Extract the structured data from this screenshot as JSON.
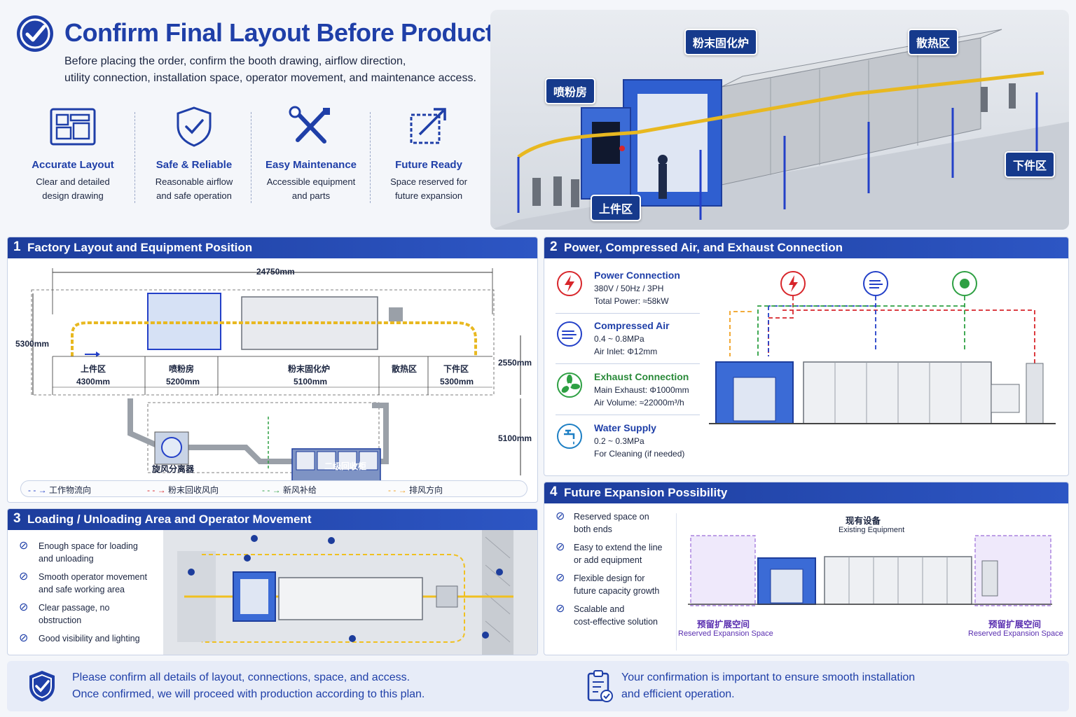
{
  "header": {
    "title": "Confirm Final Layout Before Production",
    "subtitle_line1": "Before placing the order, confirm the booth drawing, airflow direction,",
    "subtitle_line2": "utility connection, installation space, operator movement, and maintenance access."
  },
  "features": [
    {
      "icon": "blueprint-icon",
      "title": "Accurate Layout",
      "line1": "Clear and detailed",
      "line2": "design drawing"
    },
    {
      "icon": "shield-check-icon",
      "title": "Safe & Reliable",
      "line1": "Reasonable airflow",
      "line2": "and safe operation"
    },
    {
      "icon": "wrench-screwdriver-icon",
      "title": "Easy Maintenance",
      "line1": "Accessible equipment",
      "line2": "and parts"
    },
    {
      "icon": "expand-arrow-icon",
      "title": "Future Ready",
      "line1": "Space reserved for",
      "line2": "future expansion"
    }
  ],
  "hero_tags": {
    "oven": "粉末固化炉",
    "cooling": "散热区",
    "booth": "喷粉房",
    "unloading": "下件区",
    "loading": "上件区"
  },
  "section1": {
    "number": "1",
    "title": "Factory Layout and Equipment Position",
    "total_length": "24750mm",
    "total_width": "5300mm",
    "right_dim_top": "2550mm",
    "right_dim_bottom": "5100mm",
    "zones": [
      {
        "name": "上件区",
        "size": "4300mm"
      },
      {
        "name": "喷粉房",
        "size": "5200mm"
      },
      {
        "name": "粉末固化炉",
        "size": "5100mm"
      },
      {
        "name": "散热区",
        "size": ""
      },
      {
        "name": "下件区",
        "size": "5300mm"
      }
    ],
    "cyclone": "旋风分离器",
    "recovery": "二级回收柜",
    "legend": [
      {
        "label": "工作物流向",
        "color": "#2340c8"
      },
      {
        "label": "粉末回收风向",
        "color": "#d8262b"
      },
      {
        "label": "新风补给",
        "color": "#2ea043"
      },
      {
        "label": "排风方向",
        "color": "#f0a020"
      }
    ]
  },
  "section2": {
    "number": "2",
    "title": "Power, Compressed Air, and Exhaust Connection",
    "items": [
      {
        "icon": "lightning-icon",
        "title": "Power Connection",
        "line1": "380V / 50Hz / 3PH",
        "line2": "Total Power: ≈58kW",
        "color": "#d8262b"
      },
      {
        "icon": "air-flow-icon",
        "title": "Compressed Air",
        "line1": "0.4 ~ 0.8MPa",
        "line2": "Air Inlet: Φ12mm",
        "color": "#2340c8"
      },
      {
        "icon": "fan-icon",
        "title": "Exhaust Connection",
        "line1": "Main Exhaust: Φ1000mm",
        "line2": "Air Volume: ≈22000m³/h",
        "color": "#2ea043"
      },
      {
        "icon": "faucet-icon",
        "title": "Water Supply",
        "line1": "0.2 ~ 0.3MPa",
        "line2": "For Cleaning (if needed)",
        "color": "#1d7fc4"
      }
    ]
  },
  "section3": {
    "number": "3",
    "title": "Loading / Unloading Area and Operator Movement",
    "checks": [
      {
        "line1": "Enough space for loading",
        "line2": "and unloading"
      },
      {
        "line1": "Smooth operator movement",
        "line2": "and safe working area"
      },
      {
        "line1": "Clear passage, no",
        "line2": "obstruction"
      },
      {
        "line1": "Good visibility and lighting",
        "line2": ""
      }
    ]
  },
  "section4": {
    "number": "4",
    "title": "Future Expansion Possibility",
    "checks": [
      {
        "line1": "Reserved space on",
        "line2": "both ends"
      },
      {
        "line1": "Easy to extend the line",
        "line2": "or add equipment"
      },
      {
        "line1": "Flexible design for",
        "line2": "future capacity growth"
      },
      {
        "line1": "Scalable and",
        "line2": "cost-effective solution"
      }
    ],
    "existing_cn": "现有设备",
    "existing_en": "Existing Equipment",
    "reserved_cn": "预留扩展空间",
    "reserved_en": "Reserved Expansion Space"
  },
  "footer": {
    "left_line1": "Please confirm all details of layout, connections, space, and access.",
    "left_line2": "Once confirmed, we will proceed with production according to this plan.",
    "right_line1": "Your confirmation is important to ensure smooth installation",
    "right_line2": "and efficient operation."
  },
  "colors": {
    "brand": "#1f3fa8",
    "header_bar": "#1d3d9c",
    "accent_yellow": "#f0c020"
  }
}
